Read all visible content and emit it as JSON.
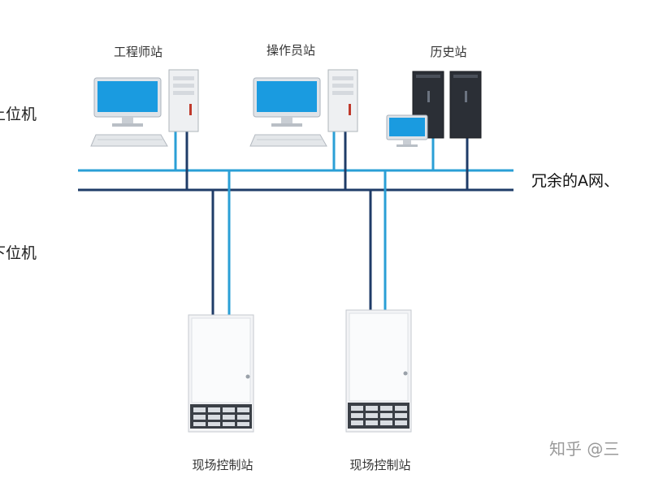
{
  "labels": {
    "engineer_station": "工程师站",
    "operator_station": "操作员站",
    "history_station": "历史站",
    "upper_machine": "上位机",
    "lower_machine": "下位机",
    "network": "冗余的A网、",
    "field_station_1": "现场控制站",
    "field_station_2": "现场控制站"
  },
  "watermark": "知乎 @三",
  "colors": {
    "network_a": "#2a9fd6",
    "network_b": "#1f3c68",
    "monitor_screen": "#1a9be0",
    "server_dark": "#2b2f36",
    "cabinet": "#f3f4f6"
  },
  "icons": {
    "workstation": "desktop-computer-icon",
    "server": "server-tower-icon",
    "cabinet": "control-cabinet-icon"
  }
}
